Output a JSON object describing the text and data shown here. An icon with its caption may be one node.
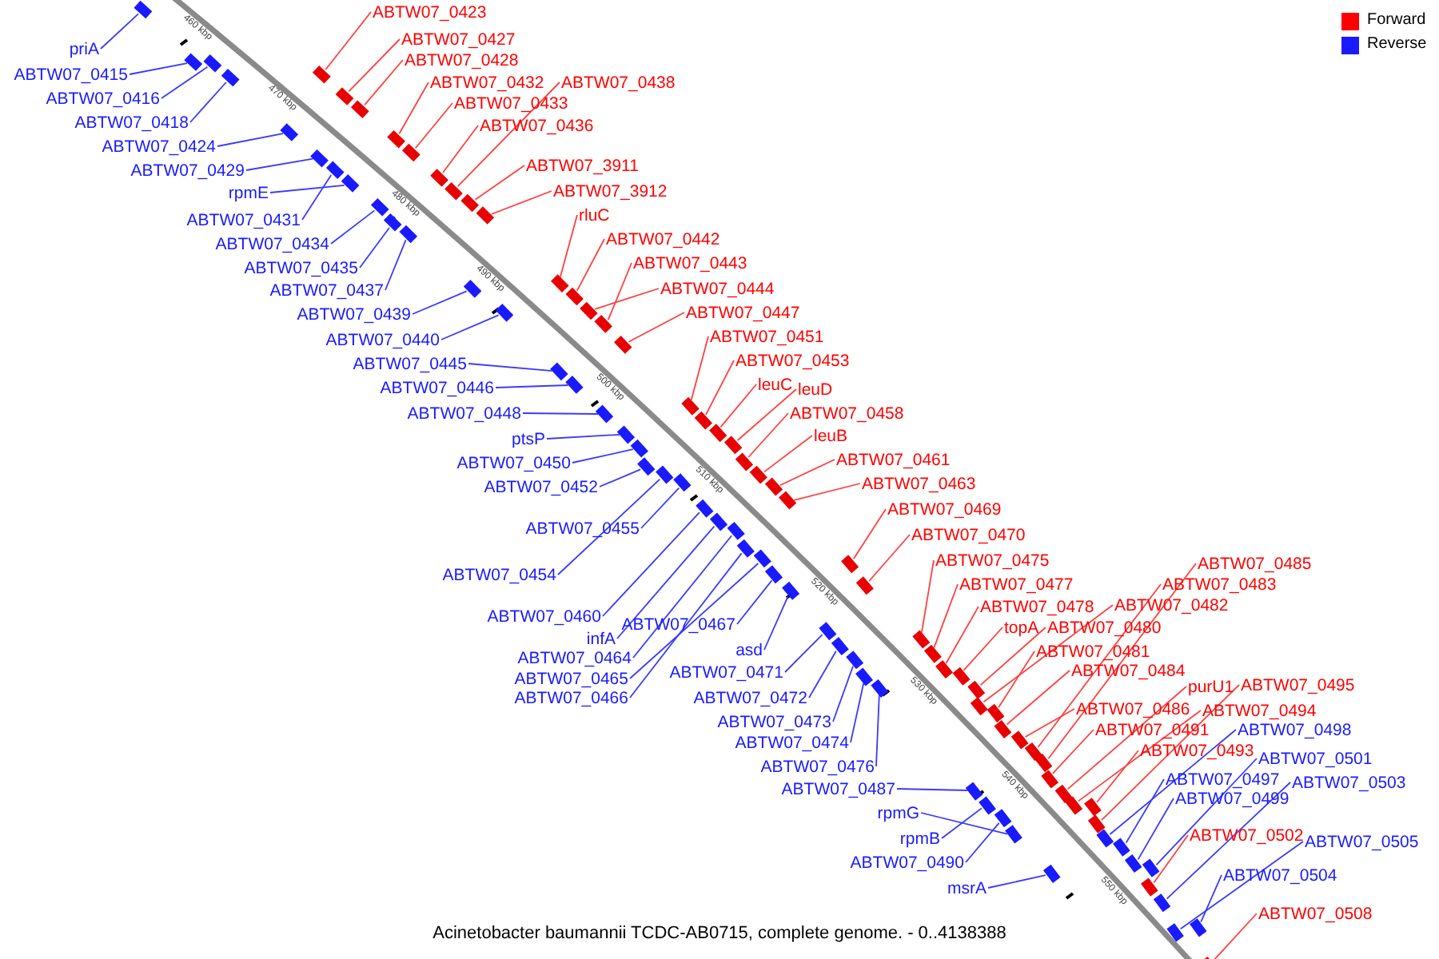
{
  "diagram": {
    "caption": "Acinetobacter baumannii TCDC-AB0715, complete genome. - 0..4138388",
    "nodes": [
      {
        "text": [
          "ABTW07_0423"
        ]
      },
      {
        "text": [
          "priA"
        ]
      },
      {
        "text": [
          "ABTW07_0427"
        ]
      },
      {
        "text": [
          "ABTW07_0428"
        ]
      },
      {
        "text": [
          "ABTW07_0415"
        ]
      },
      {
        "text": [
          "ABTW07_0432"
        ]
      },
      {
        "text": [
          "ABTW07_0438"
        ]
      },
      {
        "text": [
          "ABTW07_0416"
        ]
      },
      {
        "text": [
          "ABTW07_0433"
        ]
      },
      {
        "text": [
          "ABTW07_0418"
        ]
      },
      {
        "text": [
          "ABTW07_0436"
        ]
      },
      {
        "text": [
          "ABTW07_0424"
        ]
      },
      {
        "text": [
          "ABTW07_3911"
        ]
      },
      {
        "text": [
          "ABTW07_0429"
        ]
      },
      {
        "text": [
          "ABTW07_3912"
        ]
      },
      {
        "text": [
          "rpmE"
        ]
      },
      {
        "text": [
          "rluC"
        ]
      },
      {
        "text": [
          "ABTW07_0431"
        ]
      },
      {
        "text": [
          "ABTW07_0442"
        ]
      },
      {
        "text": [
          "ABTW07_0434"
        ]
      },
      {
        "text": [
          "ABTW07_0443"
        ]
      },
      {
        "text": [
          "ABTW07_0435"
        ]
      },
      {
        "text": [
          "ABTW07_0444"
        ]
      },
      {
        "text": [
          "ABTW07_0437"
        ]
      },
      {
        "text": [
          "ABTW07_0447"
        ]
      },
      {
        "text": [
          "ABTW07_0439"
        ]
      },
      {
        "text": [
          "ABTW07_0451"
        ]
      },
      {
        "text": [
          "ABTW07_0440"
        ]
      },
      {
        "text": [
          "ABTW07_0453"
        ]
      },
      {
        "text": [
          "ABTW07_0445"
        ]
      },
      {
        "text": [
          "leuC"
        ]
      },
      {
        "text": [
          "ABTW07_0446"
        ]
      },
      {
        "text": [
          "leuD"
        ]
      },
      {
        "text": [
          "ABTW07_0458"
        ]
      },
      {
        "text": [
          "ABTW07_0448"
        ]
      },
      {
        "text": [
          "leuB"
        ]
      },
      {
        "text": [
          "ptsP"
        ]
      },
      {
        "text": [
          "ABTW07_0461"
        ]
      },
      {
        "text": [
          "ABTW07_0450"
        ]
      },
      {
        "text": [
          "ABTW07_0463"
        ]
      },
      {
        "text": [
          "ABTW07_0452"
        ]
      },
      {
        "text": [
          "ABTW07_0469"
        ]
      },
      {
        "text": [
          "ABTW07_0455"
        ]
      },
      {
        "text": [
          "ABTW07_0470"
        ]
      },
      {
        "text": [
          "ABTW07_0475"
        ]
      },
      {
        "text": [
          "ABTW07_0485"
        ]
      },
      {
        "text": [
          "ABTW07_0454"
        ]
      },
      {
        "text": [
          "ABTW07_0477"
        ]
      },
      {
        "text": [
          "ABTW07_0483"
        ]
      },
      {
        "text": [
          "ABTW07_0478"
        ]
      },
      {
        "text": [
          "ABTW07_0482"
        ]
      },
      {
        "text": [
          "ABTW07_0460"
        ]
      },
      {
        "text": [
          "ABTW07_0467"
        ]
      },
      {
        "text": [
          "topA"
        ]
      },
      {
        "text": [
          "ABTW07_0480"
        ]
      },
      {
        "text": [
          "infA"
        ]
      },
      {
        "text": [
          "asd"
        ]
      },
      {
        "text": [
          "ABTW07_0481"
        ]
      },
      {
        "text": [
          "ABTW07_0464"
        ]
      },
      {
        "text": [
          "ABTW07_0484"
        ]
      },
      {
        "text": [
          "ABTW07_0471"
        ]
      },
      {
        "text": [
          "ABTW07_0465"
        ]
      },
      {
        "text": [
          "purU1"
        ]
      },
      {
        "text": [
          "ABTW07_0495"
        ]
      },
      {
        "text": [
          "ABTW07_0466"
        ]
      },
      {
        "text": [
          "ABTW07_0472"
        ]
      },
      {
        "text": [
          "ABTW07_0486"
        ]
      },
      {
        "text": [
          "ABTW07_0494"
        ]
      },
      {
        "text": [
          "ABTW07_0473"
        ]
      },
      {
        "text": [
          "ABTW07_0498"
        ]
      },
      {
        "text": [
          "ABTW07_0491"
        ]
      },
      {
        "text": [
          "ABTW07_0474"
        ]
      },
      {
        "text": [
          "ABTW07_0493"
        ]
      },
      {
        "text": [
          "ABTW07_0501"
        ]
      },
      {
        "text": [
          "ABTW07_0476"
        ]
      },
      {
        "text": [
          "ABTW07_0497"
        ]
      },
      {
        "text": [
          "ABTW07_0503"
        ]
      },
      {
        "text": [
          "ABTW07_0487"
        ]
      },
      {
        "text": [
          "ABTW07_0499"
        ]
      },
      {
        "text": [
          "rpmG"
        ]
      },
      {
        "text": [
          "ABTW07_0502"
        ]
      },
      {
        "text": [
          "rpmB"
        ]
      },
      {
        "text": [
          "ABTW07_0505"
        ]
      },
      {
        "text": [
          "ABTW07_0490"
        ]
      },
      {
        "text": [
          "ABTW07_0504"
        ]
      },
      {
        "text": [
          "msrA"
        ]
      },
      {
        "text": [
          "ABTW07_0508"
        ]
      },
      {
        "text": [],
        "shape": "bar"
      },
      {
        "text": [],
        "shape": "bar"
      },
      {
        "text": [],
        "shape": "bar"
      },
      {
        "text": [],
        "shape": "bar"
      },
      {
        "text": [],
        "shape": "bar"
      },
      {
        "text": [],
        "shape": "bar"
      },
      {
        "text": [],
        "shape": "bar"
      },
      {
        "text": [],
        "shape": "bar"
      },
      {
        "text": [],
        "shape": "bar"
      },
      {
        "text": [],
        "shape": "bar"
      },
      {
        "text": [],
        "shape": "bar"
      },
      {
        "text": [],
        "shape": "bar"
      },
      {
        "text": [],
        "shape": "bar"
      },
      {
        "text": [],
        "shape": "bar"
      },
      {
        "text": [],
        "shape": "bar"
      },
      {
        "text": [],
        "shape": "bar"
      },
      {
        "text": [],
        "shape": "bar"
      },
      {
        "text": [],
        "shape": "bar"
      },
      {
        "text": [],
        "shape": "bar"
      },
      {
        "text": [],
        "shape": "bar"
      },
      {
        "text": [],
        "shape": "bar"
      },
      {
        "text": [],
        "shape": "bar"
      },
      {
        "text": [],
        "shape": "bar"
      },
      {
        "text": [],
        "shape": "bar"
      },
      {
        "text": [],
        "shape": "bar"
      },
      {
        "text": [],
        "shape": "bar"
      },
      {
        "text": [],
        "shape": "bar"
      },
      {
        "text": [],
        "shape": "bar"
      },
      {
        "text": [],
        "shape": "bar"
      },
      {
        "text": [],
        "shape": "bar"
      },
      {
        "text": [],
        "shape": "bar"
      },
      {
        "text": [],
        "shape": "bar"
      },
      {
        "text": [],
        "shape": "bar"
      },
      {
        "text": [],
        "shape": "bar"
      },
      {
        "text": [],
        "shape": "bar"
      },
      {
        "text": [],
        "shape": "bar"
      },
      {
        "text": [],
        "shape": "bar"
      },
      {
        "text": [],
        "shape": "bar"
      },
      {
        "text": [],
        "shape": "bar"
      },
      {
        "text": [],
        "shape": "bar"
      },
      {
        "text": [],
        "shape": "bar"
      },
      {
        "text": [],
        "shape": "bar"
      },
      {
        "text": [],
        "shape": "bar"
      },
      {
        "text": [],
        "shape": "bar"
      },
      {
        "text": [],
        "shape": "bar"
      },
      {
        "text": [],
        "shape": "bar"
      },
      {
        "text": [],
        "shape": "bar"
      },
      {
        "text": [],
        "shape": "bar"
      },
      {
        "text": [],
        "shape": "bar"
      },
      {
        "text": [],
        "shape": "bar"
      },
      {
        "text": [],
        "shape": "bar"
      },
      {
        "text": [],
        "shape": "bar"
      },
      {
        "text": [],
        "shape": "bar"
      },
      {
        "text": [],
        "shape": "bar"
      },
      {
        "text": [],
        "shape": "bar"
      },
      {
        "text": [],
        "shape": "bar"
      },
      {
        "text": [],
        "shape": "bar"
      },
      {
        "text": [],
        "shape": "bar"
      },
      {
        "text": [],
        "shape": "bar"
      },
      {
        "text": [],
        "shape": "bar"
      },
      {
        "text": [],
        "shape": "bar"
      },
      {
        "text": [],
        "shape": "bar"
      },
      {
        "text": [],
        "shape": "bar"
      },
      {
        "text": [],
        "shape": "bar"
      },
      {
        "text": [],
        "shape": "bar"
      },
      {
        "text": [],
        "shape": "bar"
      },
      {
        "text": [],
        "shape": "bar"
      },
      {
        "text": [],
        "shape": "bar"
      },
      {
        "text": [],
        "shape": "bar"
      },
      {
        "text": [],
        "shape": "bar"
      },
      {
        "text": [],
        "shape": "bar"
      },
      {
        "text": [],
        "shape": "bar"
      },
      {
        "text": [],
        "shape": "bar"
      },
      {
        "text": [],
        "shape": "bar"
      },
      {
        "text": [],
        "shape": "bar"
      },
      {
        "text": [],
        "shape": "bar"
      },
      {
        "text": [],
        "shape": "bar"
      },
      {
        "text": [],
        "shape": "bar"
      },
      {
        "text": [],
        "shape": "bar"
      },
      {
        "text": [],
        "shape": "bar"
      },
      {
        "text": [],
        "shape": "bar"
      },
      {
        "text": [],
        "shape": "bar"
      },
      {
        "text": [],
        "shape": "bar"
      },
      {
        "text": [],
        "shape": "bar"
      },
      {
        "text": [],
        "shape": "bar"
      },
      {
        "text": [],
        "shape": "bar"
      },
      {
        "text": [],
        "shape": "bar"
      }
    ],
    "edges": [
      {
        "from": 0,
        "to": 87,
        "arrow": "none",
        "color": "#ff4040"
      },
      {
        "from": 1,
        "to": 88,
        "arrow": "none"
      },
      {
        "from": 2,
        "to": 89,
        "arrow": "none",
        "color": "#ff4040"
      },
      {
        "from": 3,
        "to": 90,
        "arrow": "none",
        "color": "#ff4040"
      },
      {
        "from": 4,
        "to": 91,
        "arrow": "none"
      },
      {
        "from": 5,
        "to": 92,
        "arrow": "none",
        "color": "#ff4040"
      },
      {
        "from": 6,
        "to": 93,
        "arrow": "none",
        "color": "#ff4040"
      },
      {
        "from": 7,
        "to": 94,
        "arrow": "none"
      },
      {
        "from": 8,
        "to": 95,
        "arrow": "none",
        "color": "#ff4040"
      },
      {
        "from": 9,
        "to": 96,
        "arrow": "none"
      },
      {
        "from": 10,
        "to": 97,
        "arrow": "none",
        "color": "#ff4040"
      },
      {
        "from": 11,
        "to": 98,
        "arrow": "none"
      },
      {
        "from": 12,
        "to": 99,
        "arrow": "none",
        "color": "#ff4040"
      },
      {
        "from": 13,
        "to": 100,
        "arrow": "none"
      },
      {
        "from": 14,
        "to": 101,
        "arrow": "none",
        "color": "#ff4040"
      },
      {
        "from": 15,
        "to": 102,
        "arrow": "none"
      },
      {
        "from": 16,
        "to": 103,
        "arrow": "none",
        "color": "#ff4040"
      },
      {
        "from": 17,
        "to": 104,
        "arrow": "none"
      },
      {
        "from": 18,
        "to": 105,
        "arrow": "none",
        "color": "#ff4040"
      },
      {
        "from": 19,
        "to": 106,
        "arrow": "none"
      },
      {
        "from": 20,
        "to": 107,
        "arrow": "none",
        "color": "#ff4040"
      },
      {
        "from": 21,
        "to": 108,
        "arrow": "none"
      },
      {
        "from": 22,
        "to": 109,
        "arrow": "none",
        "color": "#ff4040"
      },
      {
        "from": 23,
        "to": 110,
        "arrow": "none"
      },
      {
        "from": 24,
        "to": 111,
        "arrow": "none",
        "color": "#ff4040"
      },
      {
        "from": 25,
        "to": 112,
        "arrow": "none"
      },
      {
        "from": 26,
        "to": 113,
        "arrow": "none",
        "color": "#ff4040"
      },
      {
        "from": 27,
        "to": 114,
        "arrow": "none"
      },
      {
        "from": 28,
        "to": 115,
        "arrow": "none",
        "color": "#ff4040"
      },
      {
        "from": 29,
        "to": 116,
        "arrow": "none"
      },
      {
        "from": 30,
        "to": 117,
        "arrow": "none",
        "color": "#ff4040"
      },
      {
        "from": 31,
        "to": 118,
        "arrow": "none"
      },
      {
        "from": 32,
        "to": 119,
        "arrow": "none",
        "color": "#ff4040"
      },
      {
        "from": 33,
        "to": 120,
        "arrow": "none",
        "color": "#ff4040"
      },
      {
        "from": 34,
        "to": 121,
        "arrow": "none"
      },
      {
        "from": 35,
        "to": 122,
        "arrow": "none",
        "color": "#ff4040"
      },
      {
        "from": 36,
        "to": 123,
        "arrow": "none"
      },
      {
        "from": 37,
        "to": 124,
        "arrow": "none",
        "color": "#ff4040"
      },
      {
        "from": 38,
        "to": 125,
        "arrow": "none"
      },
      {
        "from": 39,
        "to": 126,
        "arrow": "none",
        "color": "#ff4040"
      },
      {
        "from": 40,
        "to": 127,
        "arrow": "none"
      },
      {
        "from": 41,
        "to": 128,
        "arrow": "none",
        "color": "#ff4040"
      },
      {
        "from": 42,
        "to": 129,
        "arrow": "none"
      },
      {
        "from": 43,
        "to": 130,
        "arrow": "none",
        "color": "#ff4040"
      },
      {
        "from": 44,
        "to": 131,
        "arrow": "none",
        "color": "#ff4040"
      },
      {
        "from": 45,
        "to": 132,
        "arrow": "none",
        "color": "#ff4040"
      },
      {
        "from": 46,
        "to": 133,
        "arrow": "none"
      },
      {
        "from": 47,
        "to": 134,
        "arrow": "none",
        "color": "#ff4040"
      },
      {
        "from": 48,
        "to": 135,
        "arrow": "none",
        "color": "#ff4040"
      },
      {
        "from": 49,
        "to": 136,
        "arrow": "none",
        "color": "#ff4040"
      },
      {
        "from": 50,
        "to": 137,
        "arrow": "none",
        "color": "#ff4040"
      },
      {
        "from": 51,
        "to": 138,
        "arrow": "none"
      },
      {
        "from": 52,
        "to": 139,
        "arrow": "none"
      },
      {
        "from": 53,
        "to": 140,
        "arrow": "none",
        "color": "#ff4040"
      },
      {
        "from": 54,
        "to": 141,
        "arrow": "none",
        "color": "#ff4040"
      },
      {
        "from": 55,
        "to": 142,
        "arrow": "none"
      },
      {
        "from": 56,
        "to": 143,
        "arrow": "none"
      },
      {
        "from": 57,
        "to": 144,
        "arrow": "none",
        "color": "#ff4040"
      },
      {
        "from": 58,
        "to": 145,
        "arrow": "none"
      },
      {
        "from": 59,
        "to": 146,
        "arrow": "none",
        "color": "#ff4040"
      },
      {
        "from": 60,
        "to": 147,
        "arrow": "none"
      },
      {
        "from": 61,
        "to": 148,
        "arrow": "none"
      },
      {
        "from": 62,
        "to": 149,
        "arrow": "none",
        "color": "#ff4040"
      },
      {
        "from": 63,
        "to": 150,
        "arrow": "none",
        "color": "#ff4040"
      },
      {
        "from": 64,
        "to": 151,
        "arrow": "none"
      },
      {
        "from": 65,
        "to": 152,
        "arrow": "none"
      },
      {
        "from": 66,
        "to": 153,
        "arrow": "none",
        "color": "#ff4040"
      },
      {
        "from": 67,
        "to": 154,
        "arrow": "none",
        "color": "#ff4040"
      },
      {
        "from": 68,
        "to": 155,
        "arrow": "none"
      },
      {
        "from": 69,
        "to": 156,
        "arrow": "none"
      },
      {
        "from": 70,
        "to": 157,
        "arrow": "none",
        "color": "#ff4040"
      },
      {
        "from": 71,
        "to": 158,
        "arrow": "none"
      },
      {
        "from": 72,
        "to": 159,
        "arrow": "none",
        "color": "#ff4040"
      },
      {
        "from": 73,
        "to": 160,
        "arrow": "none"
      },
      {
        "from": 74,
        "to": 161,
        "arrow": "none"
      },
      {
        "from": 75,
        "to": 162,
        "arrow": "none"
      },
      {
        "from": 76,
        "to": 163,
        "arrow": "none"
      },
      {
        "from": 77,
        "to": 164,
        "arrow": "none"
      },
      {
        "from": 78,
        "to": 165,
        "arrow": "none"
      },
      {
        "from": 79,
        "to": 166,
        "arrow": "none"
      },
      {
        "from": 80,
        "to": 167,
        "arrow": "none",
        "color": "#ff4040"
      },
      {
        "from": 81,
        "to": 168,
        "arrow": "none"
      },
      {
        "from": 82,
        "to": 169,
        "arrow": "none"
      },
      {
        "from": 83,
        "to": 170,
        "arrow": "none"
      },
      {
        "from": 84,
        "to": 171,
        "arrow": "none"
      },
      {
        "from": 85,
        "to": 172,
        "arrow": "none"
      },
      {
        "from": 86,
        "to": 173,
        "arrow": "none",
        "color": "#ff4040"
      }
    ],
    "labels": [
      "460 kbp",
      "470 kbp",
      "480 kbp",
      "490 kbp",
      "500 kbp",
      "510 kbp",
      "520 kbp",
      "530 kbp",
      "540 kbp",
      "550 kbp"
    ],
    "legend": [
      {
        "text": "Forward",
        "color": "#ff0000"
      },
      {
        "text": "Reverse",
        "color": "#1a1aff"
      }
    ]
  }
}
